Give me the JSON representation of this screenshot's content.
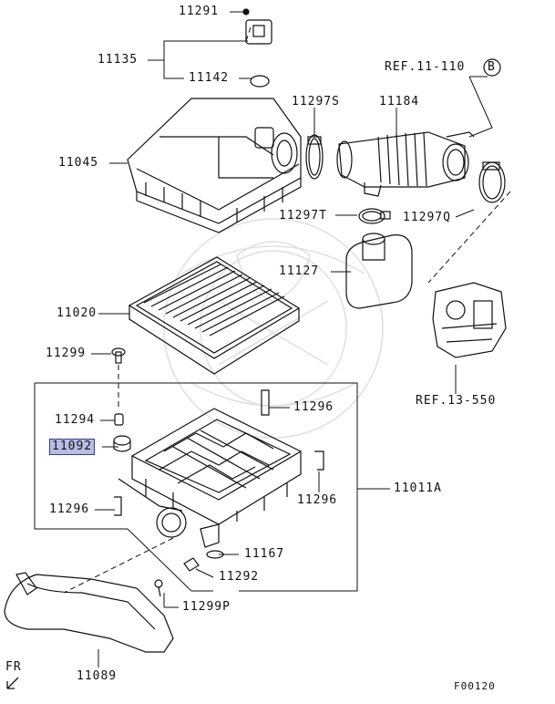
{
  "diagram": {
    "callouts": [
      {
        "id": "p11291",
        "text": "11291"
      },
      {
        "id": "p11135",
        "text": "11135"
      },
      {
        "id": "p11142",
        "text": "11142"
      },
      {
        "id": "p11045",
        "text": "11045"
      },
      {
        "id": "p11297S",
        "text": "11297S"
      },
      {
        "id": "p11184",
        "text": "11184"
      },
      {
        "id": "ref11110",
        "text": "REF.11-110"
      },
      {
        "id": "refB",
        "text": "B"
      },
      {
        "id": "p11297T",
        "text": "11297T"
      },
      {
        "id": "p11297Q",
        "text": "11297Q"
      },
      {
        "id": "p11127",
        "text": "11127"
      },
      {
        "id": "p11020",
        "text": "11020"
      },
      {
        "id": "p11299",
        "text": "11299"
      },
      {
        "id": "ref13550",
        "text": "REF.13-550"
      },
      {
        "id": "p11296a",
        "text": "11296"
      },
      {
        "id": "p11294",
        "text": "11294"
      },
      {
        "id": "p11092",
        "text": "11092"
      },
      {
        "id": "p11011A",
        "text": "11011A"
      },
      {
        "id": "p11296b",
        "text": "11296"
      },
      {
        "id": "p11296c",
        "text": "11296"
      },
      {
        "id": "p11167",
        "text": "11167"
      },
      {
        "id": "p11292",
        "text": "11292"
      },
      {
        "id": "p11299P",
        "text": "11299P"
      },
      {
        "id": "p11089",
        "text": "11089"
      },
      {
        "id": "fr",
        "text": "FR"
      },
      {
        "id": "figcode",
        "text": "F00120"
      }
    ],
    "highlighted_part": "11092",
    "highlight_color": "#b8bde6"
  }
}
